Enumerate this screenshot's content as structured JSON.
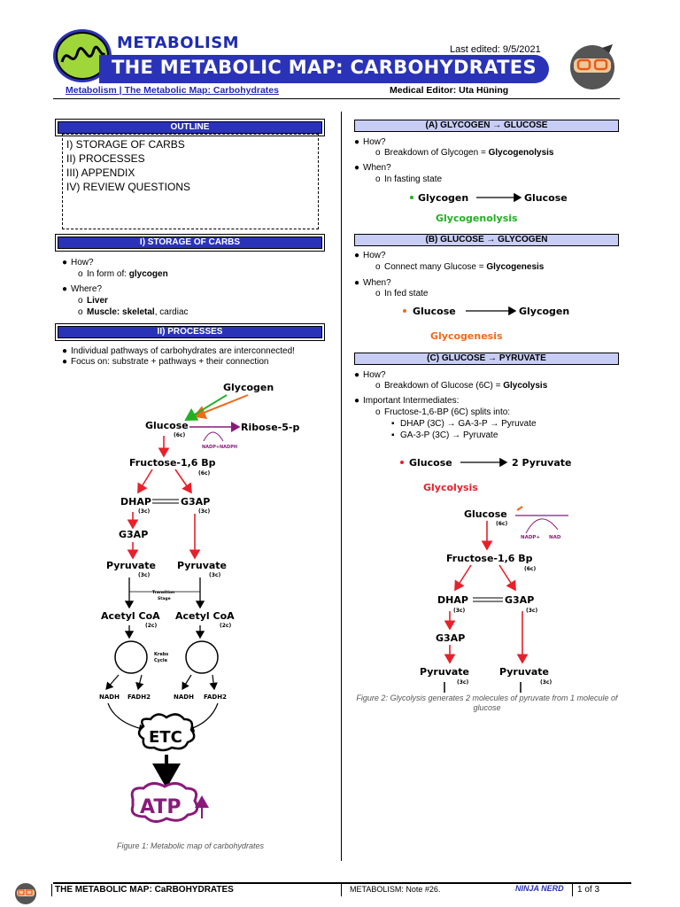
{
  "header": {
    "subject": "METABOLISM",
    "title": "THE METABOLIC MAP: CARBOHYDRATES",
    "last_edited": "Last edited: 9/5/2021",
    "breadcrumb": "Metabolism | The Metabolic Map: Carbohydrates",
    "editor": "Medical Editor: Uta Hüning"
  },
  "outline": {
    "heading": "OUTLINE",
    "items": [
      "I) STORAGE OF CARBS",
      "II) PROCESSES",
      "III) APPENDIX",
      "IV) REVIEW QUESTIONS"
    ]
  },
  "storage": {
    "heading": "I)  STORAGE OF CARBS",
    "how": "How?",
    "how_prefix": "In form of: ",
    "how_value": "glycogen",
    "where": "Where?",
    "liver": "Liver",
    "muscle_label": "Muscle: skeletal",
    "muscle_rest": ", cardiac"
  },
  "processes": {
    "heading": "II)  PROCESSES",
    "b1": "Individual pathways of carbohydrates are interconnected!",
    "b2": "Focus on: substrate + pathways + their connection"
  },
  "figure1": {
    "glycogen": "Glycogen",
    "glucose": "Glucose",
    "glucose_c": "(6c)",
    "ribose": "Ribose-5-p",
    "nadp": "NADP+",
    "nadph": "NADPH",
    "fbp": "Fructose-1,6 Bp",
    "fbp_c": "(6c)",
    "dhap": "DHAP",
    "dhap_c": "(3c)",
    "g3ap": "G3AP",
    "g3ap_c": "(3c)",
    "g3ap2": "G3AP",
    "pyr": "Pyruvate",
    "pyr_c": "(3c)",
    "trans1": "Transition",
    "trans2": "Stage",
    "acoa": "Acetyl CoA",
    "acoa_c": "(2c)",
    "krebs1": "Krebs",
    "krebs2": "Cycle",
    "nadh": "NADH",
    "fadh": "FADH2",
    "etc": "ETC",
    "atp": "ATP",
    "caption": "Figure 1: Metabolic map of carbohydrates"
  },
  "sectionA": {
    "heading": "(A)  GLYCOGEN → GLUCOSE",
    "how": "How?",
    "how_prefix": "Breakdown of Glycogen = ",
    "how_value": "Glycogenolysis",
    "when": "When?",
    "when_value": "In fasting state",
    "from": "Glycogen",
    "to": "Glucose",
    "process": "Glycogenolysis"
  },
  "sectionB": {
    "heading": "(B)  GLUCOSE → GLYCOGEN",
    "how": "How?",
    "how_prefix": "Connect many Glucose = ",
    "how_value": "Glycogenesis",
    "when": "When?",
    "when_value": "In fed state",
    "from": "Glucose",
    "to": "Glycogen",
    "process": "Glycogenesis"
  },
  "sectionC": {
    "heading": "(C)  GLUCOSE → PYRUVATE",
    "how": "How?",
    "how_prefix": "Breakdown of Glucose (6C) = ",
    "how_value": "Glycolysis",
    "inter": "Important Intermediates:",
    "sub1": "Fructose-1,6-BP (6C) splits into:",
    "sub2": "DHAP (3C) → GA-3-P → Pyruvate",
    "sub3": "GA-3-P (3C) → Pyruvate",
    "from": "Glucose",
    "to": "2 Pyruvate",
    "process": "Glycolysis"
  },
  "figure2": {
    "glucose": "Glucose",
    "glucose_c": "(6c)",
    "nadp": "NADP+",
    "nad": "NAD",
    "fbp": "Fructose-1,6 Bp",
    "fbp_c": "(6c)",
    "dhap": "DHAP",
    "dhap_c": "(3c)",
    "g3ap": "G3AP",
    "g3ap_c": "(3c)",
    "g3ap2": "G3AP",
    "pyr": "Pyruvate",
    "pyr_c": "(3c)",
    "caption": "Figure 2: Glycolysis generates 2 molecules of pyruvate from 1 molecule of glucose"
  },
  "footer": {
    "title": "THE METABOLIC MAP: CaRBOHYDRATES",
    "note": "METABOLISM: Note #26.",
    "brand": "NINJA NERD",
    "page": "1 of 3"
  },
  "colors": {
    "accent": "#2a33b8",
    "light": "#c8cdf5",
    "red": "#e8202a",
    "green": "#22b022",
    "orange": "#f06a1a",
    "purple": "#8a1a7a"
  }
}
